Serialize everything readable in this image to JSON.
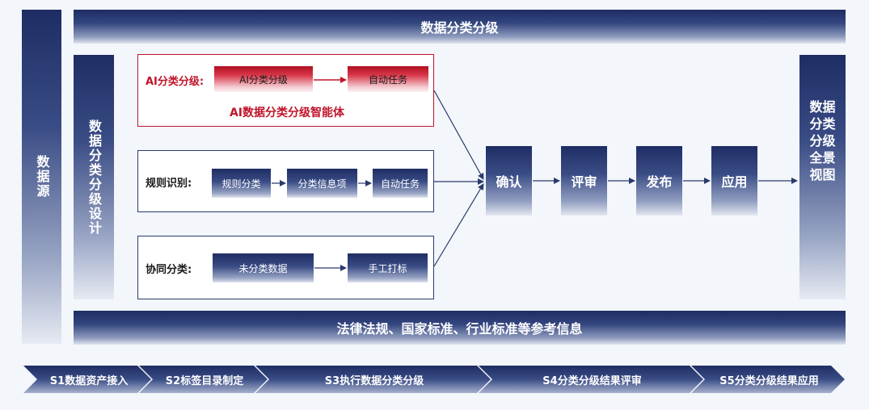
{
  "sources": {
    "label": "数据源"
  },
  "top_bar": {
    "label": "数据分类分级"
  },
  "design": {
    "label": "数据分类分级设计"
  },
  "ai_panel": {
    "label": "AI分类分级:",
    "items": [
      "AI分类分级",
      "自动任务"
    ],
    "caption": "AI数据分类分级智能体"
  },
  "rule_panel": {
    "label": "规则识别:",
    "items": [
      "规则分类",
      "分类信息项",
      "自动任务"
    ]
  },
  "collab_panel": {
    "label": "协同分类:",
    "items": [
      "未分类数据",
      "手工打标"
    ]
  },
  "flow": [
    "确认",
    "评审",
    "发布",
    "应用"
  ],
  "panorama": {
    "label": "数据分类分级全景视图"
  },
  "bottom_bar": {
    "label": "法律法规、国家标准、行业标准等参考信息"
  },
  "stages": [
    "S1数据资产接入",
    "S2标签目录制定",
    "S3执行数据分类分级",
    "S4分类分级结果评审",
    "S5分类分级结果应用"
  ],
  "colors": {
    "navy": "#1e2d64",
    "accent_red": "#c0152a",
    "arrow": "#2a3a6c"
  }
}
